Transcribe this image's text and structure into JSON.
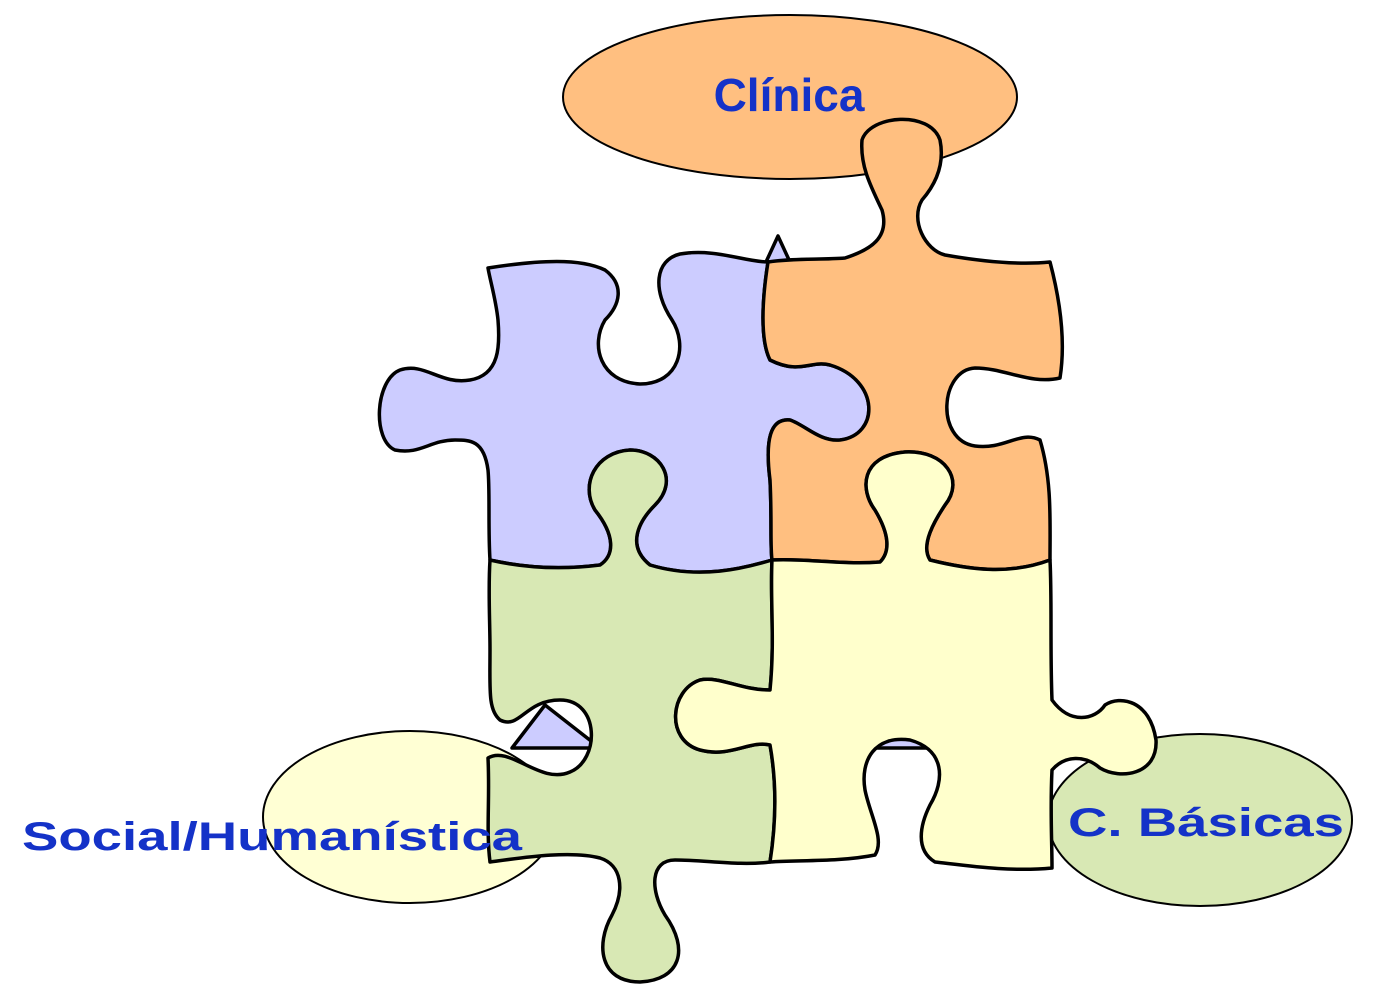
{
  "labels": {
    "clinica": "Clínica",
    "social": "Social/Humanística",
    "basicas": "C. Básicas"
  },
  "colors": {
    "text": "#1432c8",
    "purple_piece": "#ccccff",
    "orange_piece": "#ffbf80",
    "green_piece": "#d8e8b4",
    "yellow_piece": "#ffffcc",
    "clinica_oval": "#ffbf80",
    "social_oval": "#ffffd4",
    "basicas_oval": "#d8e8b4"
  }
}
